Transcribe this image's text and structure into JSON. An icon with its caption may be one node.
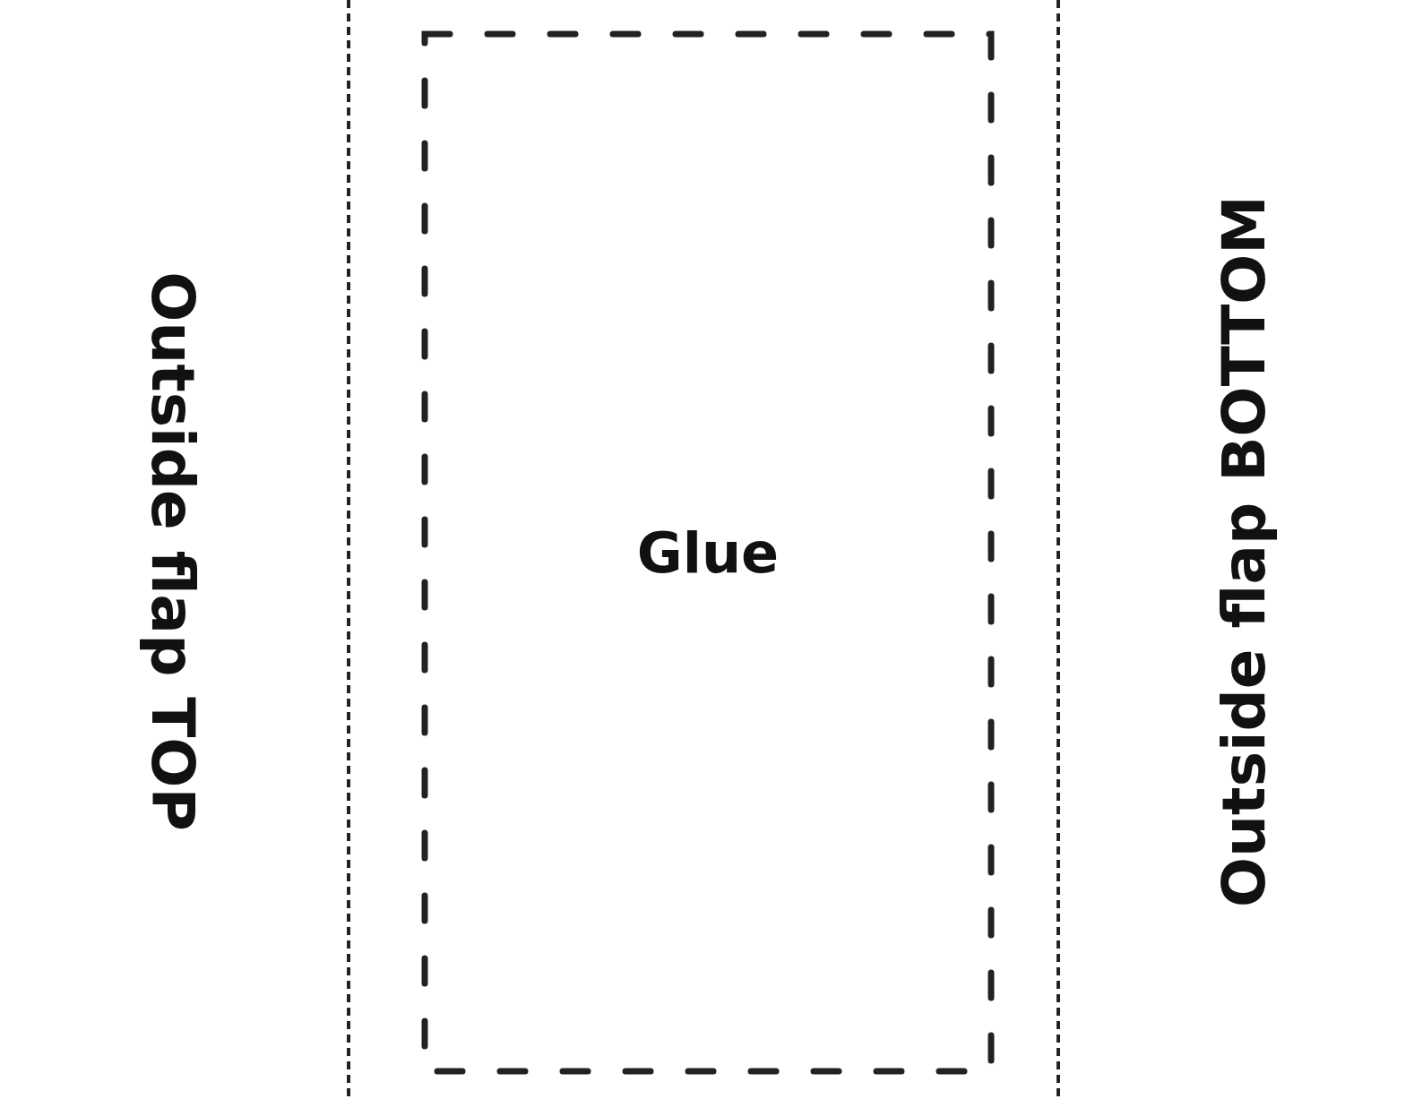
{
  "diagram": {
    "nodes": [
      {
        "text": [
          "Glue"
        ]
      }
    ],
    "labels": [
      "Outside flap TOP",
      "Outside flap BOTTOM"
    ]
  }
}
